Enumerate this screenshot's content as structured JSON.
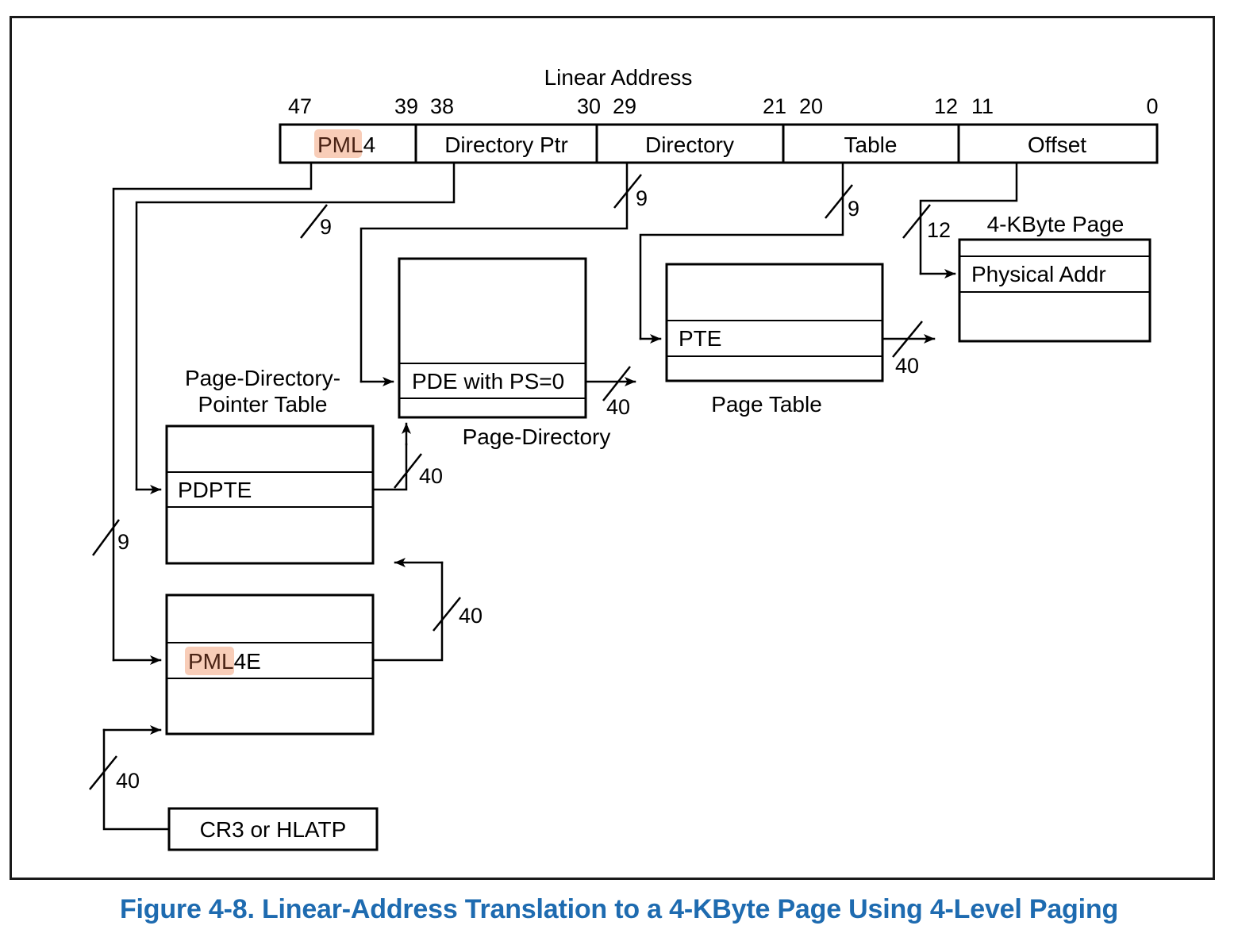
{
  "figure": {
    "caption": "Figure 4-8.  Linear-Address Translation to a 4-KByte Page Using 4-Level Paging",
    "caption_color": "#1E6BB0",
    "highlight_color": "#F8CDB8",
    "highlight_text_color": "#4A2315",
    "line_color": "#000000",
    "background": "#FFFFFF"
  },
  "linear_address": {
    "title": "Linear Address",
    "bit_labels": [
      "47",
      "39",
      "38",
      "30",
      "29",
      "21",
      "20",
      "12",
      "11",
      "0"
    ],
    "fields": [
      {
        "name": "PML4",
        "highlight": "PML",
        "rest": "4"
      },
      {
        "name": "Directory Ptr"
      },
      {
        "name": "Directory"
      },
      {
        "name": "Table"
      },
      {
        "name": "Offset"
      }
    ]
  },
  "widths": {
    "pml4_index": "9",
    "dirptr_index": "9",
    "directory_index": "9",
    "table_index": "9",
    "offset_bits": "12",
    "pml4e_addr": "40",
    "pdpte_addr": "40",
    "pde_addr": "40",
    "pte_addr": "40",
    "cr3_addr": "40"
  },
  "structures": {
    "page_directory_pointer_table": {
      "label_line1": "Page-Directory-",
      "label_line2": "Pointer Table",
      "entry": "PDPTE"
    },
    "page_directory": {
      "label": "Page-Directory",
      "entry": "PDE with PS=0"
    },
    "page_table": {
      "label": "Page Table",
      "entry": "PTE"
    },
    "page_4kbyte": {
      "label": "4-KByte Page",
      "entry": "Physical Addr"
    },
    "pml4_table": {
      "entry": "PML4E",
      "entry_highlight": "PML",
      "entry_rest": "4E"
    },
    "control_register": {
      "label": "CR3 or HLATP"
    }
  }
}
